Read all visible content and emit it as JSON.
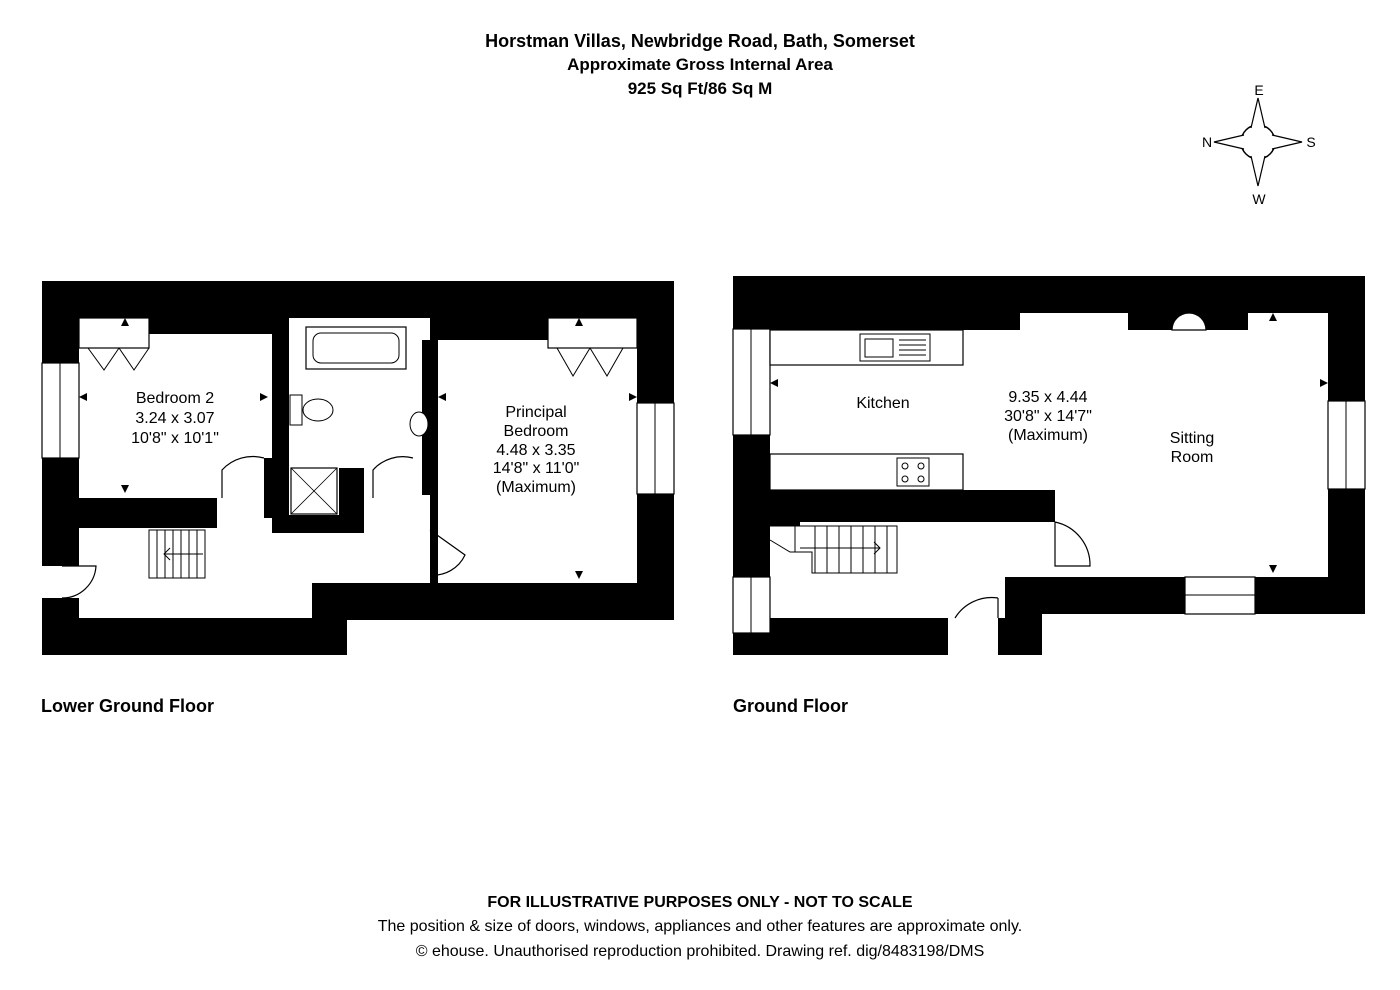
{
  "header": {
    "address": "Horstman Villas, Newbridge Road, Bath, Somerset",
    "area_title": "Approximate Gross Internal Area",
    "area_value": "925 Sq Ft/86 Sq M"
  },
  "compass": {
    "top": "E",
    "left": "N",
    "right": "S",
    "bottom": "W"
  },
  "lower_ground": {
    "label": "Lower Ground Floor",
    "bedroom2": {
      "name": "Bedroom 2",
      "metric": "3.24 x 3.07",
      "imperial": "10'8\" x 10'1\""
    },
    "principal": {
      "name1": "Principal",
      "name2": "Bedroom",
      "metric": "4.48 x 3.35",
      "imperial": "14'8\" x 11'0\"",
      "note": "(Maximum)"
    }
  },
  "ground": {
    "label": "Ground Floor",
    "kitchen": "Kitchen",
    "dims": {
      "metric": "9.35 x 4.44",
      "imperial": "30'8\" x 14'7\"",
      "note": "(Maximum)"
    },
    "sitting1": "Sitting",
    "sitting2": "Room"
  },
  "footer": {
    "disclaimer": "FOR ILLUSTRATIVE PURPOSES ONLY - NOT TO SCALE",
    "note": "The position & size of doors, windows, appliances and other features are approximate only.",
    "copyright": "© ehouse. Unauthorised reproduction prohibited. Drawing ref. dig/8483198/DMS"
  }
}
